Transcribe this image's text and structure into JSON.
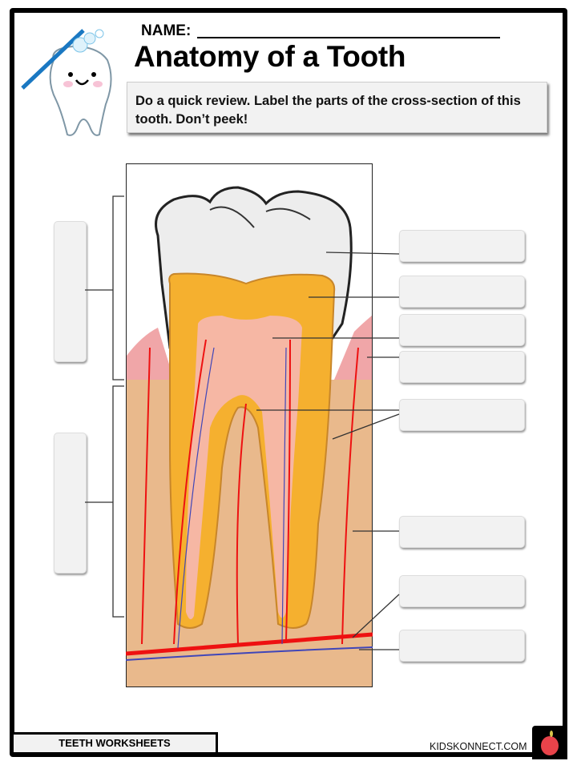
{
  "header": {
    "name_label": "NAME:",
    "title": "Anatomy of a Tooth",
    "instructions": "Do a quick review. Label the parts of the cross-section of this tooth. Don’t peek!"
  },
  "label_boxes": {
    "right_count": 8,
    "left_count": 2
  },
  "footer": {
    "worksheet_label": "TEETH WORKSHEETS",
    "site": "KIDSKONNECT.COM"
  },
  "colors": {
    "gum": "#f0a6a8",
    "bone": "#e9b98c",
    "dentin": "#f5b02f",
    "pulp": "#f6b7a4",
    "artery": "#e11",
    "vein": "#4046b8",
    "enamel": "#eeeeee"
  }
}
